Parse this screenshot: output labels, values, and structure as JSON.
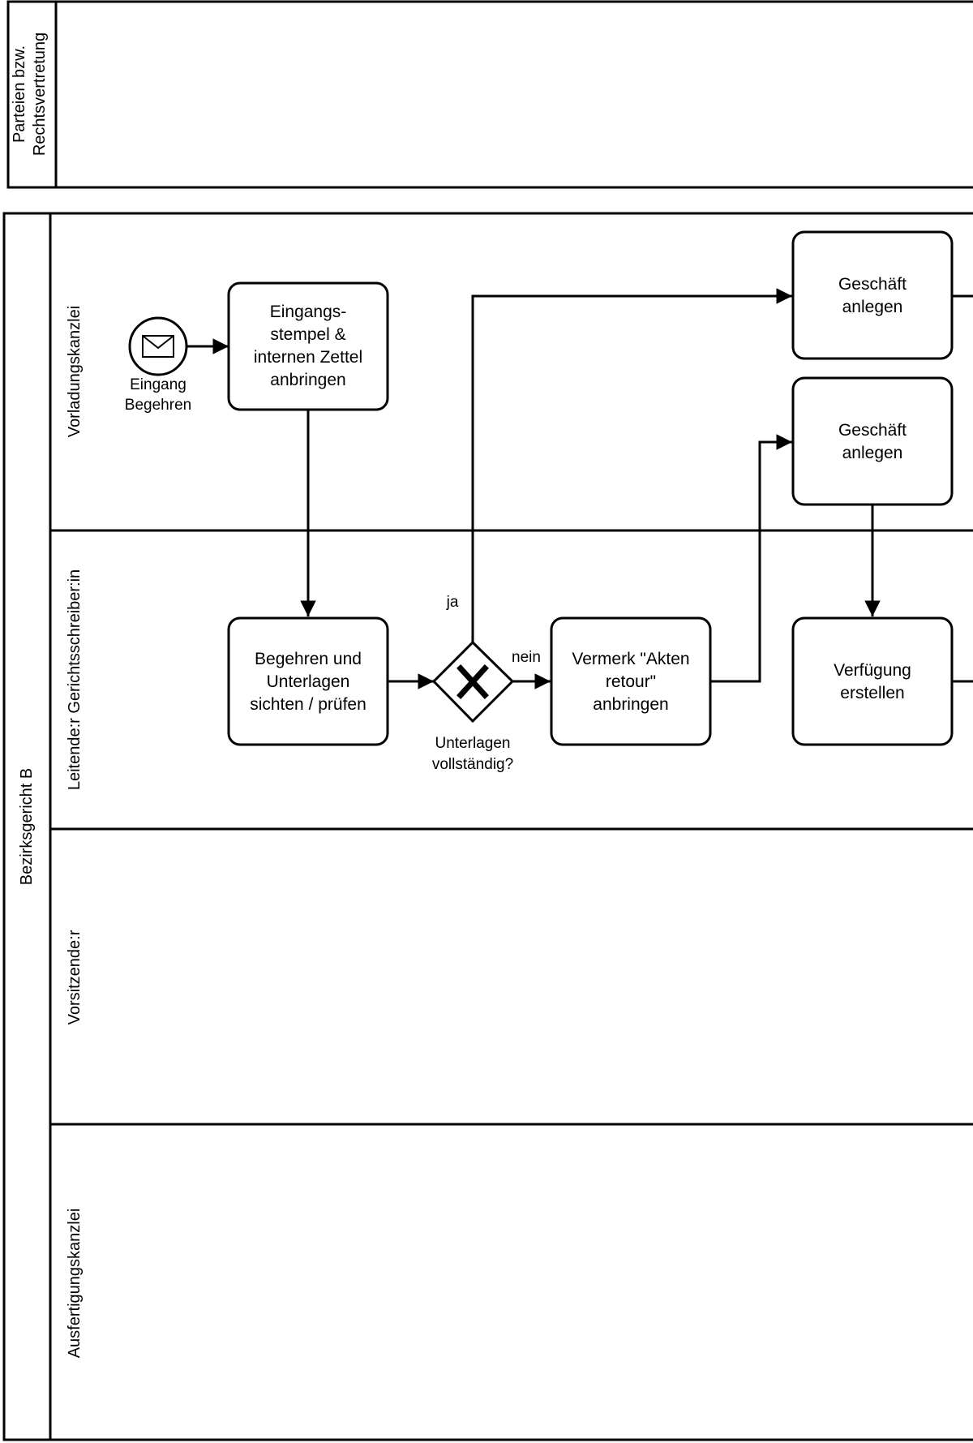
{
  "pools": {
    "parties": {
      "label_line1": "Parteien bzw.",
      "label_line2": "Rechtsvertretung"
    },
    "court": {
      "label": "Bezirksgericht B"
    }
  },
  "lanes": {
    "vorladung": "Vorladungskanzlei",
    "gerichtsschreiber": "Leitende:r Gerichtsschreiber:in",
    "vorsitz": "Vorsitzende:r",
    "ausfertigung": "Ausfertigungskanzlei"
  },
  "start_event": {
    "icon": "envelope-icon",
    "label_line1": "Eingang",
    "label_line2": "Begehren"
  },
  "tasks": {
    "eingangsstempel": {
      "lines": [
        "Eingangs-",
        "stempel &",
        "internen Zettel",
        "anbringen"
      ]
    },
    "sichten": {
      "lines": [
        "Begehren und",
        "Unterlagen",
        "sichten / prüfen"
      ]
    },
    "vermerk": {
      "lines": [
        "Vermerk \"Akten",
        "retour\"",
        "anbringen"
      ]
    },
    "geschaeft1": {
      "lines": [
        "Geschäft",
        "anlegen"
      ]
    },
    "geschaeft2": {
      "lines": [
        "Geschäft",
        "anlegen"
      ]
    },
    "verfuegung": {
      "lines": [
        "Verfügung",
        "erstellen"
      ]
    }
  },
  "gateway": {
    "icon": "exclusive-x-icon",
    "label_line1": "Unterlagen",
    "label_line2": "vollständig?",
    "yes_label": "ja",
    "no_label": "nein"
  }
}
